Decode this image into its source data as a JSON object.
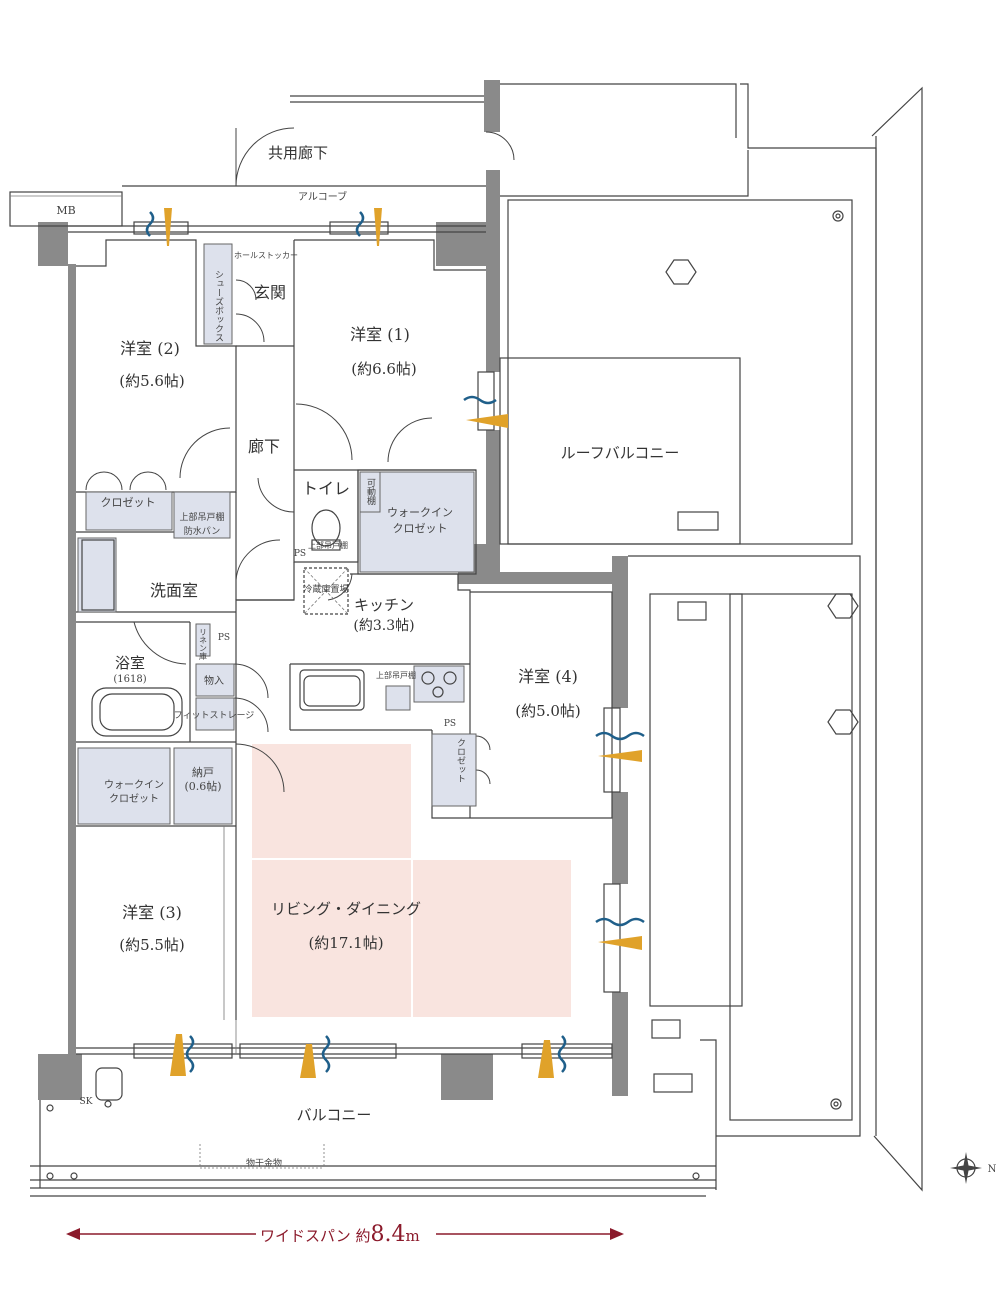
{
  "plan": {
    "corridor": "共用廊下",
    "alcove": "アルコーブ",
    "mb": "MB",
    "hall_stocker": "ホールストッカー",
    "entrance": "玄関",
    "shoe_box": "シューズボックス",
    "room1_name": "洋室 (1)",
    "room1_size": "(約6.6帖)",
    "room2_name": "洋室 (2)",
    "room2_size": "(約5.6帖)",
    "room3_name": "洋室 (3)",
    "room3_size": "(約5.5帖)",
    "room4_name": "洋室 (4)",
    "room4_size": "(約5.0帖)",
    "hallway": "廊下",
    "toilet": "トイレ",
    "movable_shelf": "可動棚",
    "wic": "ウォークイン",
    "wic2": "クロゼット",
    "closet": "クロゼット",
    "closet4": "クロゼット",
    "upper_cabinet": "上部吊戸棚",
    "washpan": "防水パン",
    "upper_cabinet_toilet": "上部吊戸棚",
    "ps": "PS",
    "fridge": "冷蔵庫置場",
    "kitchen_name": "キッチン",
    "kitchen_size": "(約3.3帖)",
    "washroom": "洗面室",
    "linen": "リネン庫",
    "bath_name": "浴室",
    "bath_size": "(1618)",
    "storage": "物入",
    "fit_storage": "フィットストレージ",
    "upper_cabinet_kitchen": "上部吊戸棚",
    "nando_name": "納戸",
    "nando_size": "(0.6帖)",
    "wic_b": "ウォークイン",
    "wic_b2": "クロゼット",
    "ldk_name": "リビング・ダイニング",
    "ldk_size": "(約17.1帖)",
    "roof_balcony": "ルーフバルコニー",
    "balcony": "バルコニー",
    "drying": "物干金物",
    "sk": "SK",
    "compass_n": "N",
    "width_text": "ワイドスパン 約",
    "width_value": "8.4",
    "width_unit": "m"
  },
  "colors": {
    "storage": "#dde1ec",
    "living": "#f9e4df",
    "wall": "#8a8a8a",
    "accent": "#8b1a2b",
    "vent": "#e0a22a",
    "air": "#1f5f8a"
  }
}
